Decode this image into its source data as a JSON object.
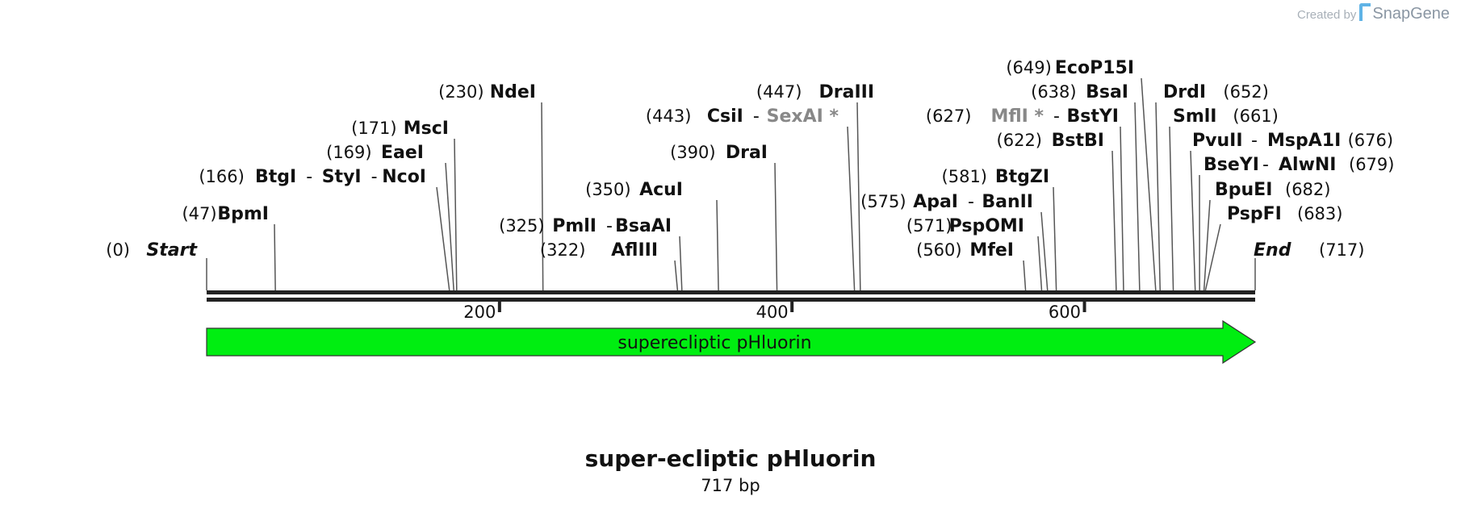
{
  "watermark": {
    "prefix": "Created by",
    "brand": "SnapGene"
  },
  "sequence": {
    "name": "super-ecliptic pHluorin",
    "length_label": "717 bp",
    "length": 717
  },
  "ends": {
    "start": {
      "label": "Start",
      "pos_text": "(0)"
    },
    "end": {
      "label": "End",
      "pos_text": "(717)"
    }
  },
  "ticks": [
    {
      "label": "200",
      "value": 200
    },
    {
      "label": "400",
      "value": 400
    },
    {
      "label": "600",
      "value": 600
    }
  ],
  "feature": {
    "label": "superecliptic pHluorin",
    "start": 0,
    "end": 717,
    "color": "#00ee11",
    "direction": "forward"
  },
  "colors": {
    "text": "#111111",
    "nonunique": "#888888",
    "line": "#555555"
  },
  "sites": [
    {
      "pos_text": "(47)",
      "names": [
        "BpmI"
      ],
      "dim": [
        false
      ],
      "cut": 47
    },
    {
      "pos_text": "(166)",
      "names": [
        "BtgI",
        "StyI",
        "NcoI"
      ],
      "dim": [
        false,
        false,
        false
      ],
      "cut": 166
    },
    {
      "pos_text": "(169)",
      "names": [
        "EaeI"
      ],
      "dim": [
        false
      ],
      "cut": 169
    },
    {
      "pos_text": "(171)",
      "names": [
        "MscI"
      ],
      "dim": [
        false
      ],
      "cut": 171
    },
    {
      "pos_text": "(230)",
      "names": [
        "NdeI"
      ],
      "dim": [
        false
      ],
      "cut": 230
    },
    {
      "pos_text": "(322)",
      "names": [
        "AflIII"
      ],
      "dim": [
        false
      ],
      "cut": 322
    },
    {
      "pos_text": "(325)",
      "names": [
        "PmlI",
        "BsaAI"
      ],
      "dim": [
        false,
        false
      ],
      "cut": 325
    },
    {
      "pos_text": "(350)",
      "names": [
        "AcuI"
      ],
      "dim": [
        false
      ],
      "cut": 350
    },
    {
      "pos_text": "(390)",
      "names": [
        "DraI"
      ],
      "dim": [
        false
      ],
      "cut": 390
    },
    {
      "pos_text": "(443)",
      "names": [
        "CsiI",
        "SexAI *"
      ],
      "dim": [
        false,
        true
      ],
      "cut": 443
    },
    {
      "pos_text": "(447)",
      "names": [
        "DraIII"
      ],
      "dim": [
        false
      ],
      "cut": 447
    },
    {
      "pos_text": "(560)",
      "names": [
        "MfeI"
      ],
      "dim": [
        false
      ],
      "cut": 560
    },
    {
      "pos_text": "(571)",
      "names": [
        "PspOMI"
      ],
      "dim": [
        false
      ],
      "cut": 571
    },
    {
      "pos_text": "(575)",
      "names": [
        "ApaI",
        "BanII"
      ],
      "dim": [
        false,
        false
      ],
      "cut": 575
    },
    {
      "pos_text": "(581)",
      "names": [
        "BtgZI"
      ],
      "dim": [
        false
      ],
      "cut": 581
    },
    {
      "pos_text": "(622)",
      "names": [
        "BstBI"
      ],
      "dim": [
        false
      ],
      "cut": 622
    },
    {
      "pos_text": "(627)",
      "names": [
        "MflI *",
        "BstYI"
      ],
      "dim": [
        true,
        false
      ],
      "cut": 627
    },
    {
      "pos_text": "(638)",
      "names": [
        "BsaI"
      ],
      "dim": [
        false
      ],
      "cut": 638
    },
    {
      "pos_text": "(649)",
      "names": [
        "EcoP15I"
      ],
      "dim": [
        false
      ],
      "cut": 649
    },
    {
      "pos_text": "(652)",
      "names": [
        "DrdI"
      ],
      "dim": [
        false
      ],
      "cut": 652
    },
    {
      "pos_text": "(661)",
      "names": [
        "SmlI"
      ],
      "dim": [
        false
      ],
      "cut": 661
    },
    {
      "pos_text": "(676)",
      "names": [
        "PvuII",
        "MspA1I"
      ],
      "dim": [
        false,
        false
      ],
      "cut": 676
    },
    {
      "pos_text": "(679)",
      "names": [
        "BseYI",
        "AlwNI"
      ],
      "dim": [
        false,
        false
      ],
      "cut": 679
    },
    {
      "pos_text": "(682)",
      "names": [
        "BpuEI"
      ],
      "dim": [
        false
      ],
      "cut": 682
    },
    {
      "pos_text": "(683)",
      "names": [
        "PspFI"
      ],
      "dim": [
        false
      ],
      "cut": 683
    }
  ]
}
